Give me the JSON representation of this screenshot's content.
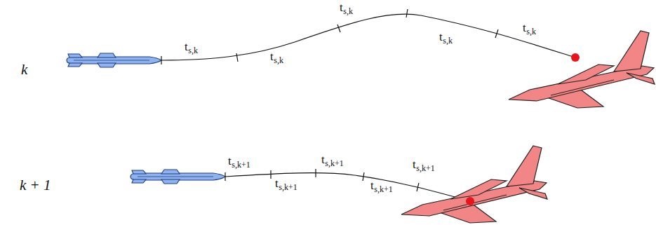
{
  "diagram": {
    "labels": [
      "k",
      "k + 1",
      "t",
      "s,k",
      "t",
      "s,k",
      "t",
      "s,k",
      "t",
      "s,k",
      "t",
      "s,k",
      "t",
      "s,k+1",
      "t",
      "s,k+1",
      "t",
      "s,k+1",
      "t",
      "s,k+1",
      "t",
      "s,k+1"
    ]
  }
}
